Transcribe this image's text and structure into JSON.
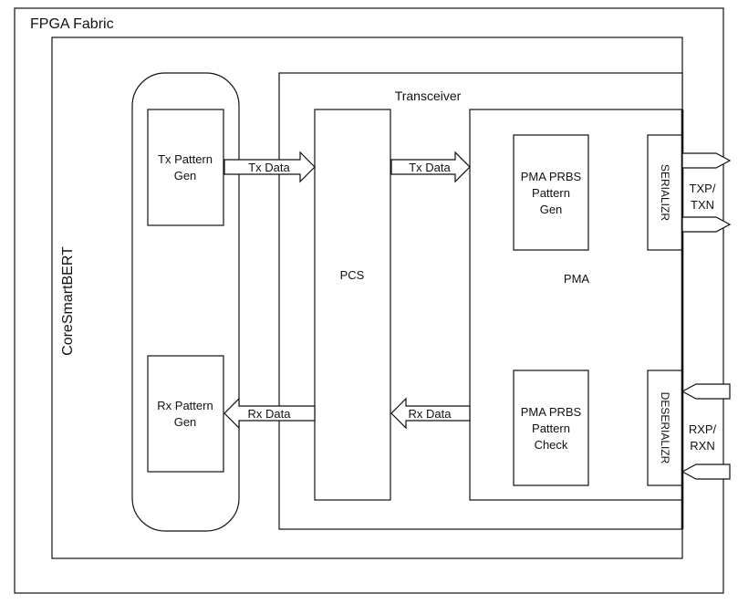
{
  "fabric": {
    "title": "FPGA Fabric"
  },
  "coresmartbert": {
    "label": "CoreSmartBERT"
  },
  "tx_pattern_gen": {
    "line1": "Tx Pattern",
    "line2": "Gen"
  },
  "rx_pattern_gen": {
    "line1": "Rx Pattern",
    "line2": "Gen"
  },
  "transceiver": {
    "label": "Transceiver"
  },
  "pcs": {
    "label": "PCS"
  },
  "pma": {
    "label": "PMA"
  },
  "pma_prbs_gen": {
    "line1": "PMA PRBS",
    "line2": "Pattern",
    "line3": "Gen"
  },
  "pma_prbs_check": {
    "line1": "PMA PRBS",
    "line2": "Pattern",
    "line3": "Check"
  },
  "serializer": {
    "label": "SERIALIZR"
  },
  "deserializer": {
    "label": "DESERIALIZR"
  },
  "arrows": {
    "tx_data_1": "Tx Data",
    "tx_data_2": "Tx Data",
    "rx_data_1": "Rx Data",
    "rx_data_2": "Rx Data"
  },
  "ports": {
    "tx_line1": "TXP/",
    "tx_line2": "TXN",
    "rx_line1": "RXP/",
    "rx_line2": "RXN"
  }
}
